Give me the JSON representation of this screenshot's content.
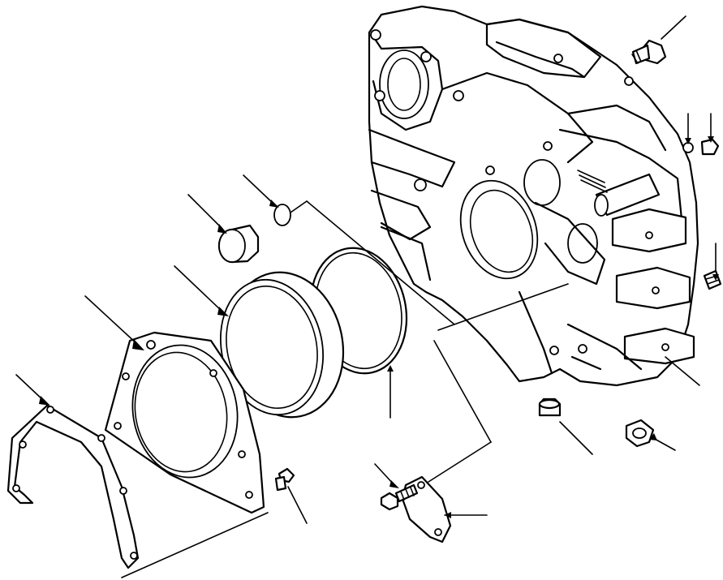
{
  "diagram": {
    "parts": [
      {
        "id": "flywheel-housing"
      },
      {
        "id": "mounting-bolt-top"
      },
      {
        "id": "small-washer"
      },
      {
        "id": "hex-plug"
      },
      {
        "id": "side-plug-bolt"
      },
      {
        "id": "rubber-plug"
      },
      {
        "id": "hose-clip"
      },
      {
        "id": "inspection-cover"
      },
      {
        "id": "cover-bolt"
      },
      {
        "id": "o-ring-large"
      },
      {
        "id": "oil-seal"
      },
      {
        "id": "seal-retainer"
      },
      {
        "id": "retainer-bolt"
      },
      {
        "id": "gasket"
      },
      {
        "id": "cap-plug"
      },
      {
        "id": "cap-o-ring"
      }
    ]
  }
}
